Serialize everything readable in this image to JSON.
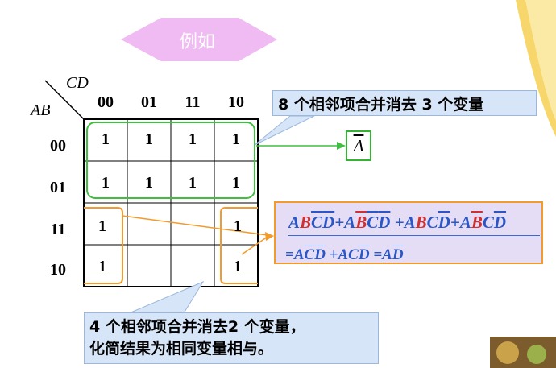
{
  "title": "例如",
  "kmap": {
    "var_cols": "CD",
    "var_rows": "AB",
    "col_headers": [
      "00",
      "01",
      "11",
      "10"
    ],
    "row_headers": [
      "00",
      "01",
      "11",
      "10"
    ],
    "cells": [
      [
        "1",
        "1",
        "1",
        "1"
      ],
      [
        "1",
        "1",
        "1",
        "1"
      ],
      [
        "1",
        "",
        "",
        "1"
      ],
      [
        "1",
        "",
        "",
        "1"
      ]
    ]
  },
  "callout_top": "8 个相邻项合并消去 3 个变量",
  "result_a": "A",
  "formula": {
    "line1_terms": [
      {
        "t": "A",
        "c": "blue"
      },
      {
        "t": "B",
        "c": "red"
      },
      {
        "t": "C",
        "c": "blue",
        "bar": true
      },
      {
        "t": "D",
        "c": "blue",
        "bar": true
      },
      {
        "t": "+",
        "c": "blue"
      },
      {
        "t": "A",
        "c": "blue"
      },
      {
        "t": "B",
        "c": "red",
        "bar": true
      },
      {
        "t": "C",
        "c": "blue",
        "bar": true
      },
      {
        "t": "D",
        "c": "blue",
        "bar": true
      },
      {
        "t": " +",
        "c": "blue"
      },
      {
        "t": "A",
        "c": "blue"
      },
      {
        "t": "B",
        "c": "red"
      },
      {
        "t": "C",
        "c": "blue"
      },
      {
        "t": "D",
        "c": "blue",
        "bar": true
      },
      {
        "t": "+",
        "c": "blue"
      },
      {
        "t": "A",
        "c": "blue"
      },
      {
        "t": "B",
        "c": "red",
        "bar": true
      },
      {
        "t": "C",
        "c": "blue"
      },
      {
        "t": "D",
        "c": "blue",
        "bar": true
      }
    ],
    "line2_terms": [
      {
        "t": "=A",
        "c": "blue"
      },
      {
        "t": "C",
        "c": "blue",
        "bar": true
      },
      {
        "t": "D",
        "c": "blue",
        "bar": true
      },
      {
        "t": " +AC",
        "c": "blue"
      },
      {
        "t": "D",
        "c": "blue",
        "bar": true
      },
      {
        "t": " =A",
        "c": "blue"
      },
      {
        "t": "D",
        "c": "blue",
        "bar": true
      }
    ]
  },
  "callout_bottom": {
    "line1": "4 个相邻项合并消去2 个变量，",
    "line2": "化简结果为相同变量相与。"
  },
  "colors": {
    "banner": "#f0bbf2",
    "group_green": "#3fbf3f",
    "group_orange": "#f29a2a",
    "callout_bg": "#d6e6f8",
    "formula_bg": "#e4ddf5"
  }
}
